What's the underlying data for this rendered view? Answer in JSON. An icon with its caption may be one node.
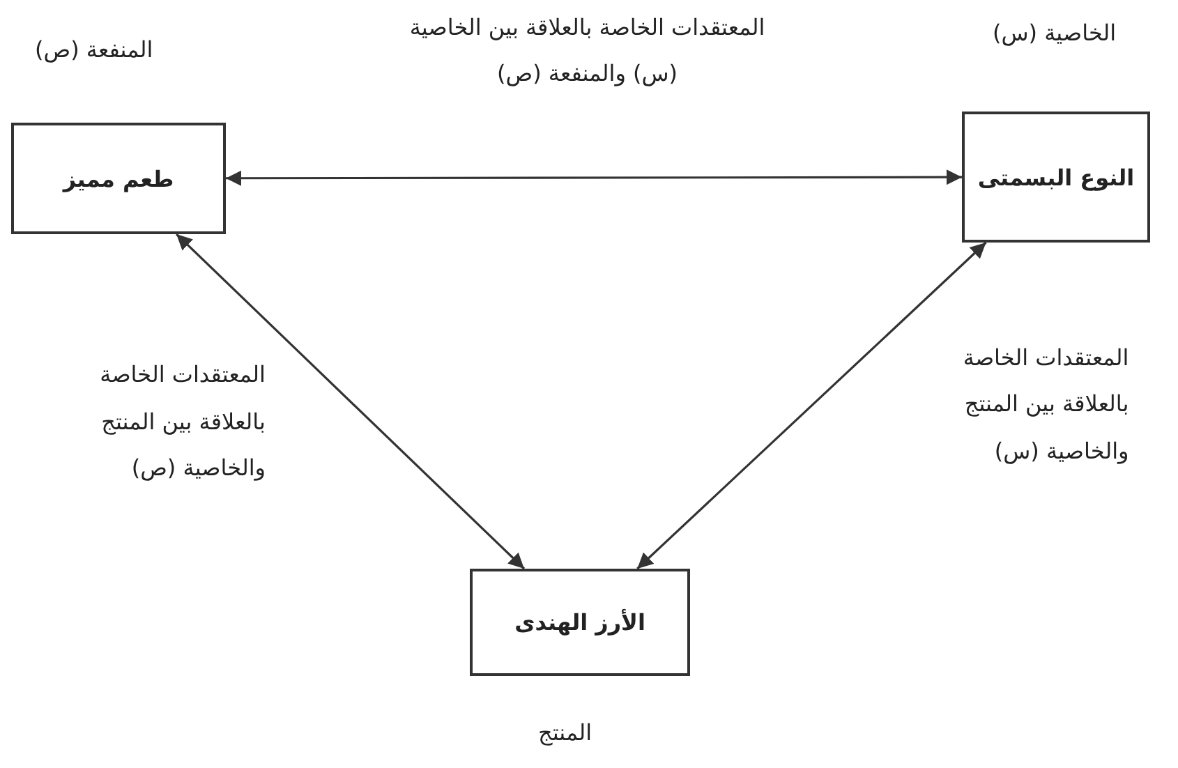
{
  "diagram": {
    "nodes": [
      {
        "text": [
          "طعم مميز"
        ],
        "beside": [
          "المنفعة (ص)"
        ]
      },
      {
        "text": [
          "النوع البسمتى"
        ],
        "beside": [
          "الخاصية (س)"
        ]
      },
      {
        "text": [
          "الأرز الهندى"
        ],
        "beside": [
          "المنتج"
        ]
      }
    ],
    "edges": [
      {
        "from": 0,
        "to": 1,
        "arrow": "both",
        "label": "المعتقدات الخاصة بالعلاقة بين الخاصية (س) والمنفعة (ص)"
      },
      {
        "from": 0,
        "to": 2,
        "arrow": "both",
        "label": "المعتقدات الخاصة بالعلاقة بين المنتج والخاصية (ص)"
      },
      {
        "from": 1,
        "to": 2,
        "arrow": "both",
        "label": "المعتقدات الخاصة بالعلاقة بين المنتج والخاصية (س)"
      }
    ]
  }
}
